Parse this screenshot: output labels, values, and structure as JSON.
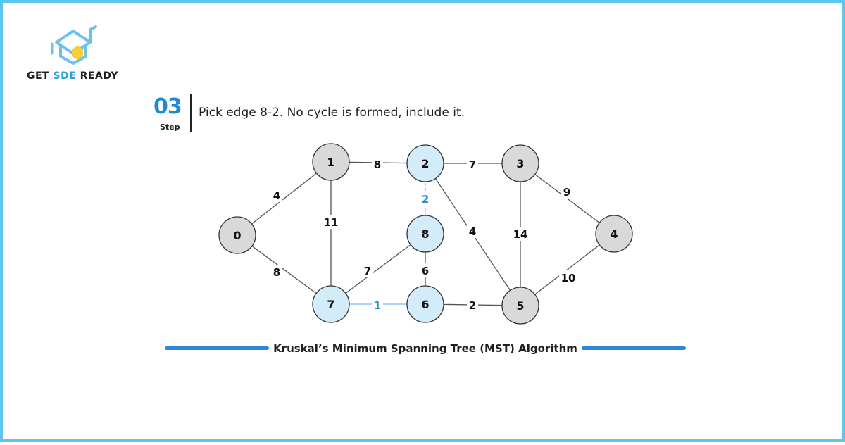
{
  "brand": {
    "part1": "GET ",
    "part2": "SDE",
    "part3": " READY",
    "accent_color": "#2c9fe0"
  },
  "step": {
    "number": "03",
    "word": "Step",
    "instruction": "Pick edge 8-2. No cycle is formed, include it."
  },
  "graph": {
    "colors": {
      "included": "#d2ecf9",
      "pending": "#d9d9d9",
      "stroke": "#333333",
      "mst_edge": "#8fc8ec",
      "mst_label": "#2b8fd0",
      "edge": "#555555",
      "label": "#111111"
    },
    "nodes": [
      {
        "id": "0",
        "state": "pending"
      },
      {
        "id": "1",
        "state": "pending"
      },
      {
        "id": "2",
        "state": "included"
      },
      {
        "id": "3",
        "state": "pending"
      },
      {
        "id": "4",
        "state": "pending"
      },
      {
        "id": "5",
        "state": "pending"
      },
      {
        "id": "6",
        "state": "included"
      },
      {
        "id": "7",
        "state": "included"
      },
      {
        "id": "8",
        "state": "included"
      }
    ],
    "edges": [
      {
        "from": "0",
        "to": "1",
        "weight": "4",
        "mst": false
      },
      {
        "from": "0",
        "to": "7",
        "weight": "8",
        "mst": false
      },
      {
        "from": "1",
        "to": "2",
        "weight": "8",
        "mst": false
      },
      {
        "from": "1",
        "to": "7",
        "weight": "11",
        "mst": false
      },
      {
        "from": "2",
        "to": "3",
        "weight": "7",
        "mst": false
      },
      {
        "from": "2",
        "to": "8",
        "weight": "2",
        "mst": true
      },
      {
        "from": "2",
        "to": "5",
        "weight": "4",
        "mst": false
      },
      {
        "from": "3",
        "to": "4",
        "weight": "9",
        "mst": false
      },
      {
        "from": "3",
        "to": "5",
        "weight": "14",
        "mst": false
      },
      {
        "from": "4",
        "to": "5",
        "weight": "10",
        "mst": false
      },
      {
        "from": "5",
        "to": "6",
        "weight": "2",
        "mst": false
      },
      {
        "from": "6",
        "to": "7",
        "weight": "1",
        "mst": true
      },
      {
        "from": "6",
        "to": "8",
        "weight": "6",
        "mst": false
      },
      {
        "from": "7",
        "to": "8",
        "weight": "7",
        "mst": false
      }
    ]
  },
  "footer": {
    "title": "Kruskal’s Minimum Spanning Tree (MST) Algorithm"
  }
}
